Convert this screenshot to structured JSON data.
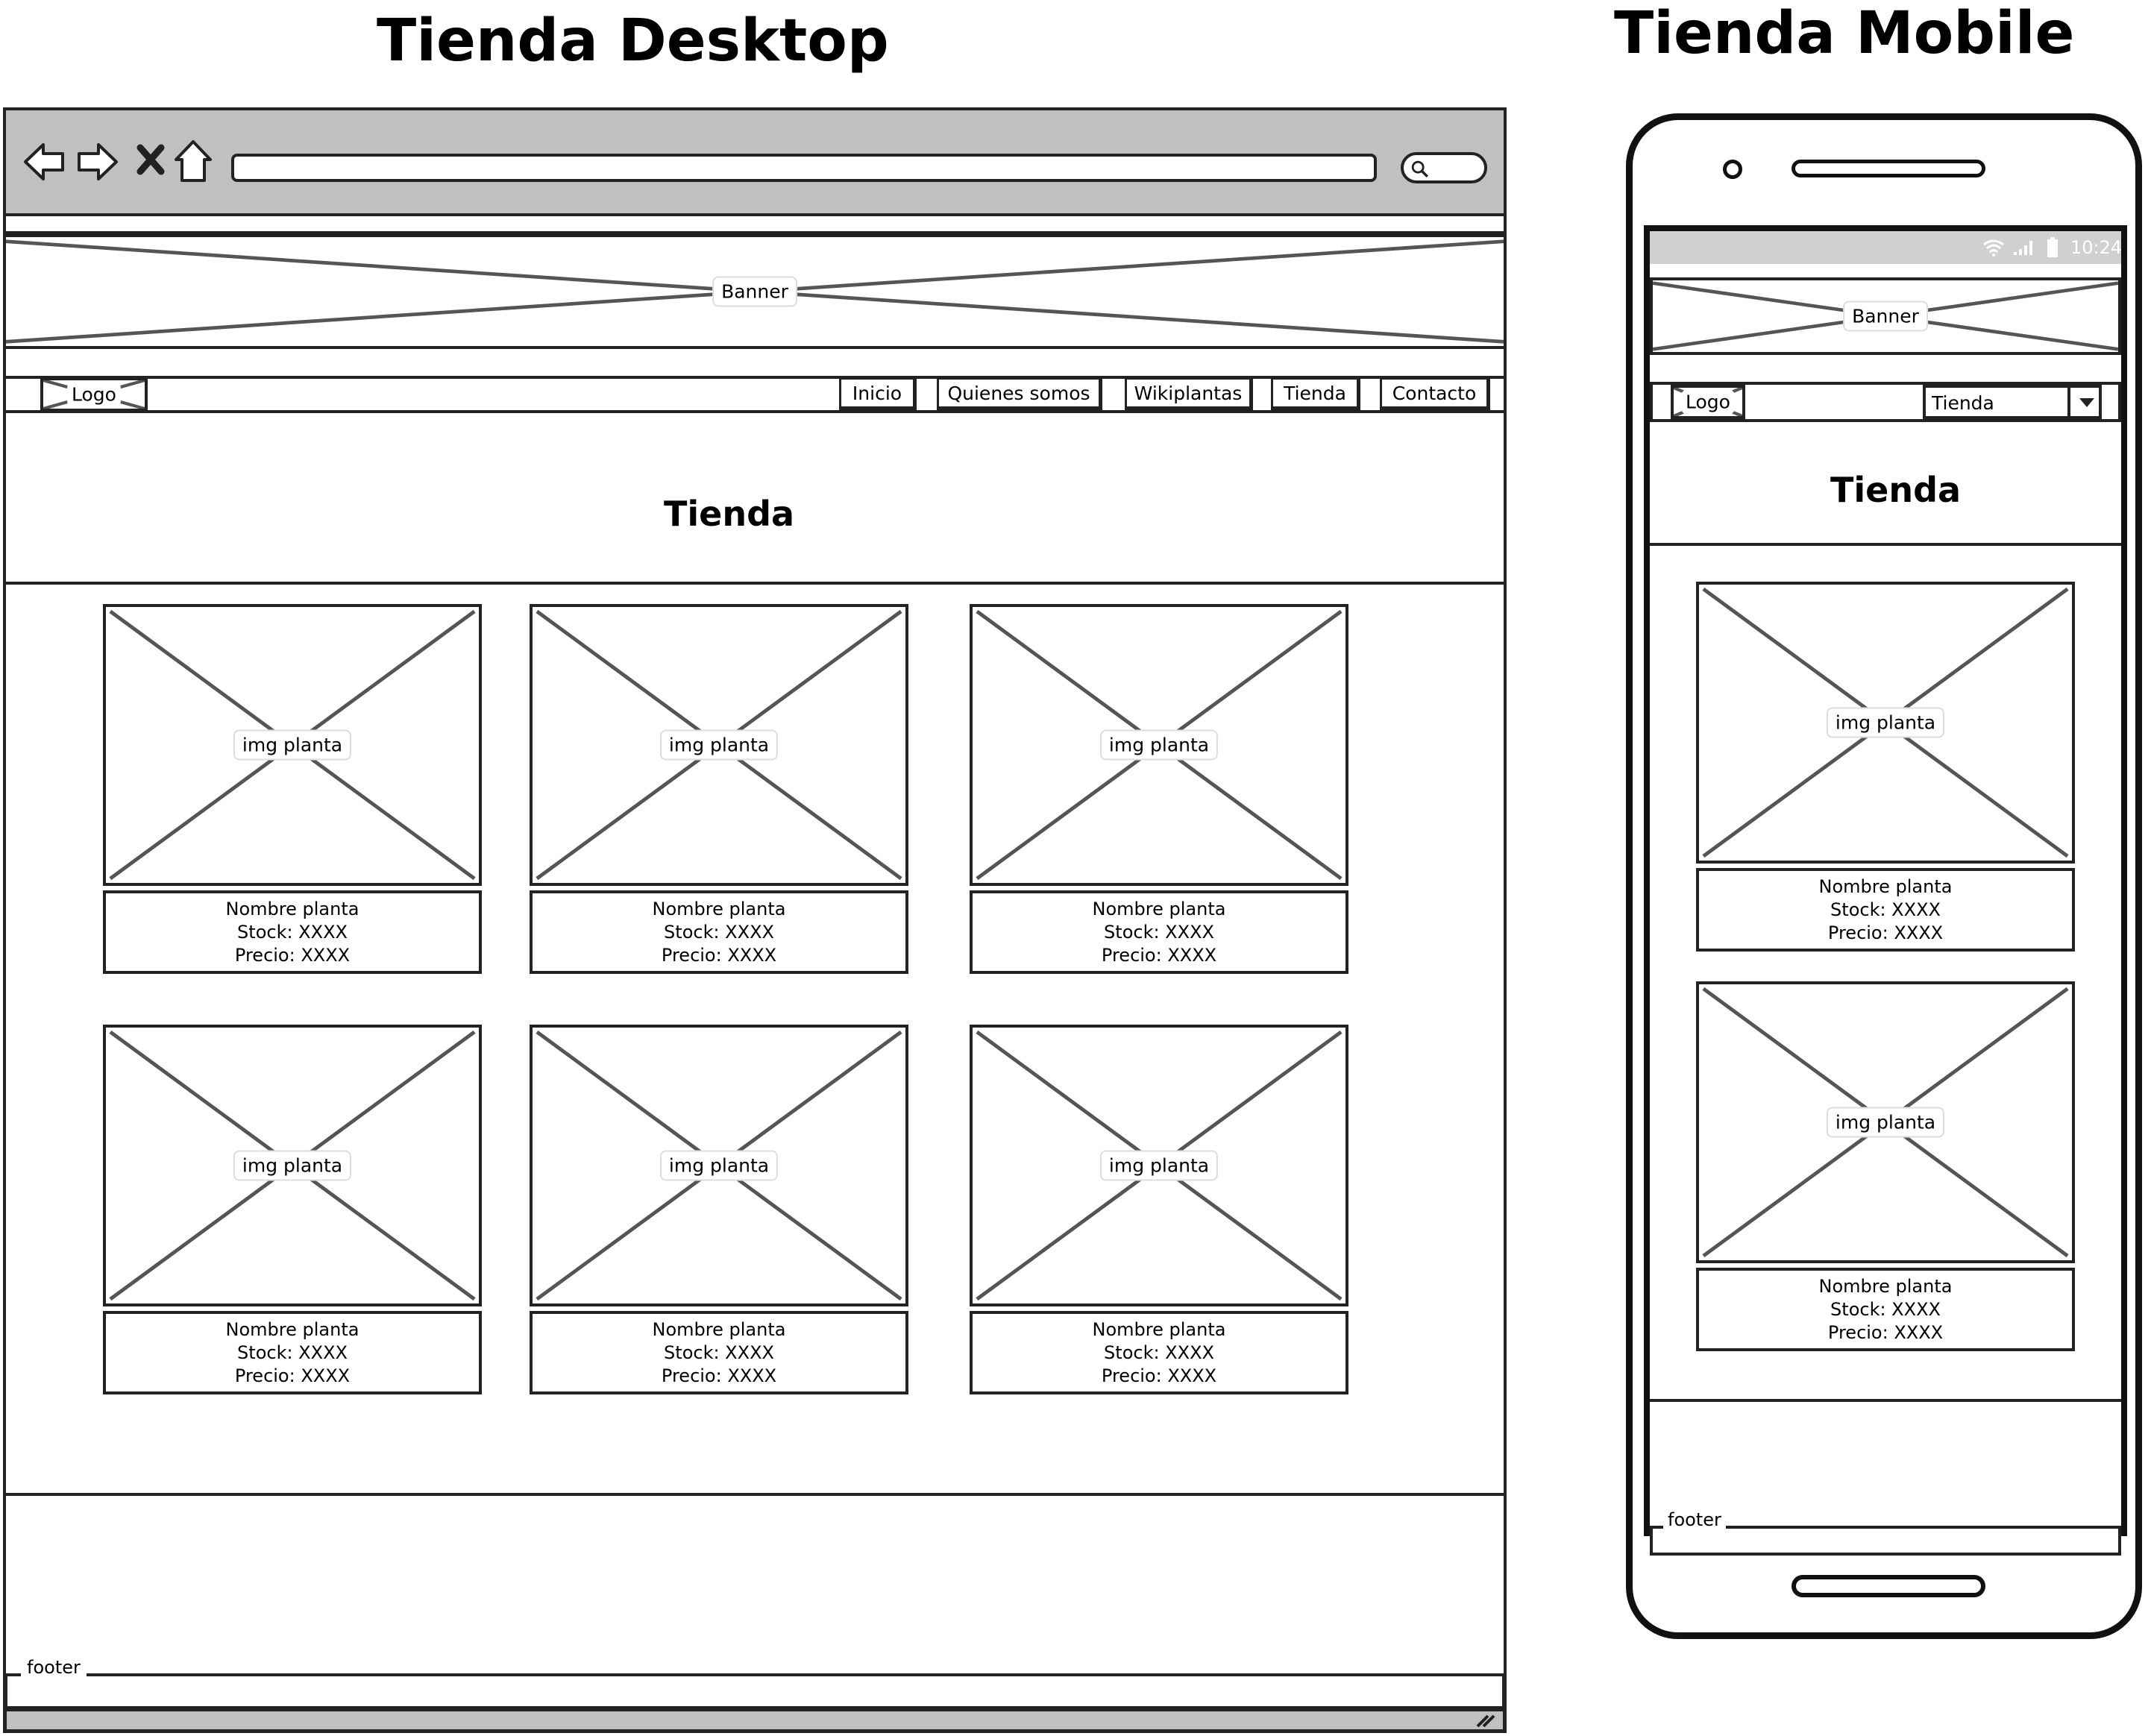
{
  "desktop": {
    "heading": "Tienda Desktop",
    "banner": "Banner",
    "logo": "Logo",
    "nav": [
      "Inicio",
      "Quienes somos",
      "Wikiplantas",
      "Tienda",
      "Contacto"
    ],
    "page_title": "Tienda",
    "products": [
      {
        "img": "img planta",
        "name": "Nombre planta",
        "stock": "Stock: XXXX",
        "price": "Precio: XXXX"
      },
      {
        "img": "img planta",
        "name": "Nombre planta",
        "stock": "Stock: XXXX",
        "price": "Precio: XXXX"
      },
      {
        "img": "img planta",
        "name": "Nombre planta",
        "stock": "Stock: XXXX",
        "price": "Precio: XXXX"
      },
      {
        "img": "img planta",
        "name": "Nombre planta",
        "stock": "Stock: XXXX",
        "price": "Precio: XXXX"
      },
      {
        "img": "img planta",
        "name": "Nombre planta",
        "stock": "Stock: XXXX",
        "price": "Precio: XXXX"
      },
      {
        "img": "img planta",
        "name": "Nombre planta",
        "stock": "Stock: XXXX",
        "price": "Precio: XXXX"
      }
    ],
    "footer": "footer"
  },
  "mobile": {
    "heading": "Tienda Mobile",
    "status_time": "10:24",
    "banner": "Banner",
    "logo": "Logo",
    "nav_select": "Tienda",
    "page_title": "Tienda",
    "products": [
      {
        "img": "img planta",
        "name": "Nombre planta",
        "stock": "Stock: XXXX",
        "price": "Precio: XXXX"
      },
      {
        "img": "img planta",
        "name": "Nombre planta",
        "stock": "Stock: XXXX",
        "price": "Precio: XXXX"
      }
    ],
    "footer": "footer"
  },
  "icons": {
    "browser": [
      "back-arrow-icon",
      "forward-arrow-icon",
      "close-icon",
      "home-icon",
      "search-icon"
    ],
    "status": [
      "wifi-icon",
      "signal-icon",
      "battery-icon"
    ]
  },
  "colors": {
    "browser_bar": "#c0c0c0",
    "status_bar": "#d0d0d0",
    "stroke": "#222222"
  }
}
